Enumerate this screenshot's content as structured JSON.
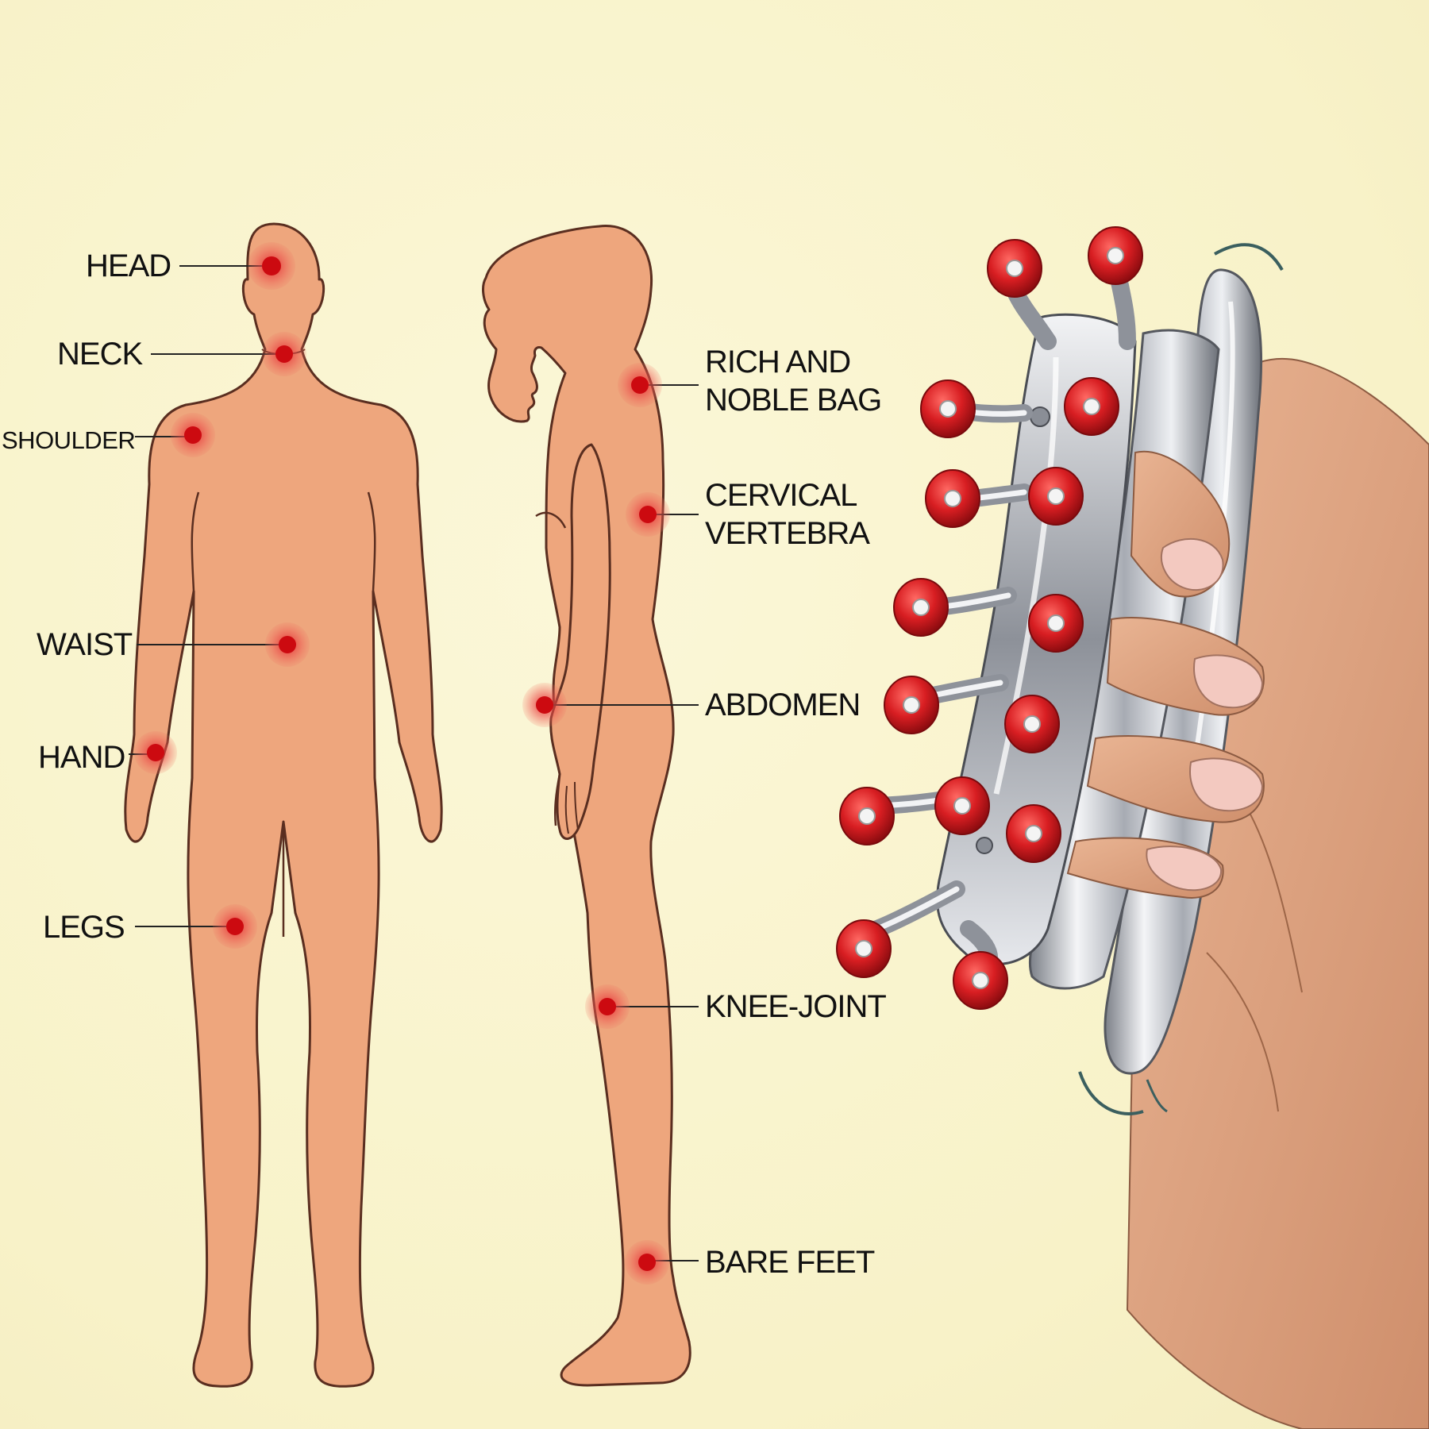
{
  "colors": {
    "background": "#f9f4cf",
    "skin": "#eea67d",
    "outline": "#5a2e20",
    "point": "#cc0a10",
    "halo": "#ec4f4b",
    "metal": "#c9ccd2",
    "knob": "#d81e22"
  },
  "front_labels": [
    {
      "id": "head",
      "text": "HEAD"
    },
    {
      "id": "neck",
      "text": "NECK"
    },
    {
      "id": "shoulder",
      "text": "SHOULDER"
    },
    {
      "id": "waist",
      "text": "WAIST"
    },
    {
      "id": "hand",
      "text": "HAND"
    },
    {
      "id": "legs",
      "text": "LEGS"
    }
  ],
  "side_labels": [
    {
      "id": "rich",
      "lines": [
        "RICH AND",
        "NOBLE BAG"
      ]
    },
    {
      "id": "cervical",
      "lines": [
        "CERVICAL",
        "VERTEBRA"
      ]
    },
    {
      "id": "abdomen",
      "lines": [
        "ABDOMEN"
      ]
    },
    {
      "id": "knee",
      "lines": [
        "KNEE-JOINT"
      ]
    },
    {
      "id": "feet",
      "lines": [
        "BARE FEET"
      ]
    }
  ],
  "icons": {
    "front_figure": "human-front-silhouette",
    "side_figure": "human-side-silhouette",
    "tool": "metal-massage-claw-with-red-knobs",
    "hand": "gripping-hand"
  }
}
